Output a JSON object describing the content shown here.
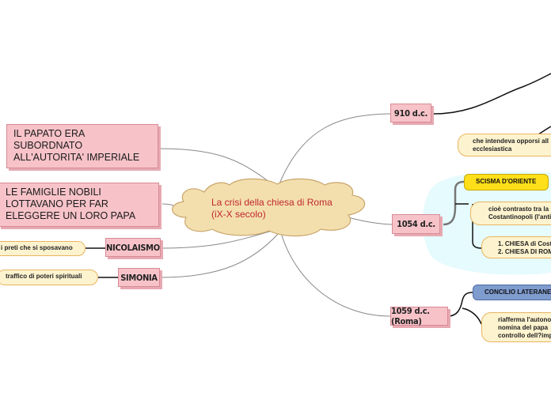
{
  "center": {
    "line1": "La crisi della chiesa di Roma",
    "line2": "(iX-X secolo)"
  },
  "left": {
    "papato": "IL PAPATO ERA SUBORDNATO ALL'AUTORITA' IMPERIALE",
    "famiglie": "LE FAMIGLIE NOBILI LOTTAVANO PER FAR ELEGGERE UN LORO PAPA",
    "nicolaismo": "NICOLAISMO",
    "nicolaismo_note": "i preti che si sposavano",
    "simonia": "SIMONIA",
    "simonia_note": "traffico di poteri spirituali"
  },
  "right": {
    "d910": "910 d.c.",
    "d910_note1": "che intendeva opporsi all",
    "d910_note2": "ecclesiastica",
    "d1054": "1054 d.c.",
    "scisma": "SCISMA D'ORIENTE",
    "contrasto1": "cioè contrasto tra la",
    "contrasto2": "Costantinopoli (l'anti",
    "chiesa1": "1. CHIESA di Cost",
    "chiesa2": "2. CHIESA DI ROM",
    "d1059": "1059 d.c. (Roma)",
    "concilio": "CONCILIO LATERANEN",
    "riafferma1": "riafferma l'autono",
    "riafferma2": "nomina del papa",
    "riafferma3": "controllo dell?imp"
  },
  "colors": {
    "pink": "#f7c3c9",
    "cloud": "#f3dfae",
    "yellow": "#ffdf1a",
    "blue": "#7f9ccf",
    "note": "#fdf3cf",
    "title": "#c0272d"
  }
}
